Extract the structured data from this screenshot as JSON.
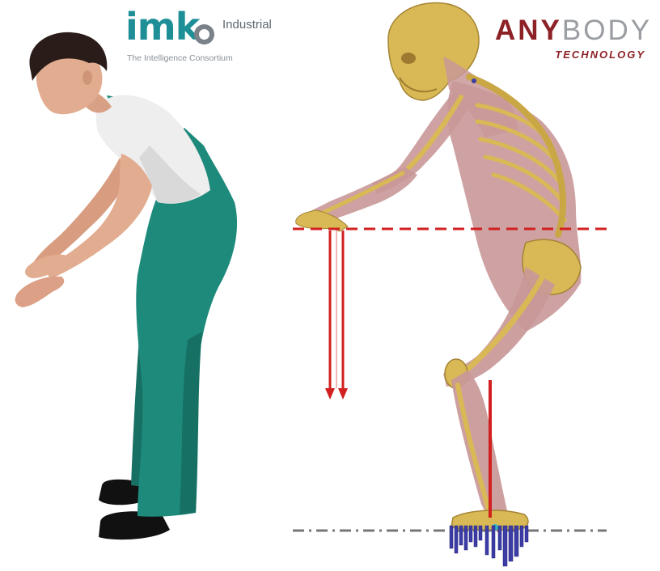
{
  "logos": {
    "imk": {
      "main": "imk",
      "industrial": "Industrial",
      "tagline": "The Intelligence Consortium"
    },
    "anybody": {
      "any": "ANY",
      "body": "BODY",
      "technology": "TECHNOLOGY"
    }
  },
  "colors": {
    "imk_teal": "#1f8f97",
    "anybody_red": "#8c2126",
    "overall_green": "#1e8a7c",
    "shirt": "#eeeeee",
    "skin": "#e2ac90",
    "bone": "#d8b955",
    "muscle": "#c99898",
    "force_red": "#d21f1f",
    "ground_force_blue": "#3c3ca6",
    "guide_line_gray": "#777777"
  }
}
